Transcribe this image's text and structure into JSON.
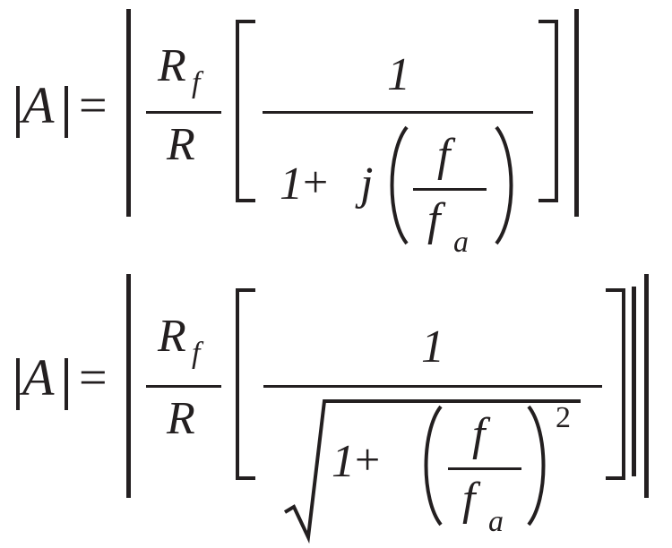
{
  "equation_1": {
    "lhs_var": "A",
    "equals": "=",
    "gain_num": "R",
    "gain_num_sub": "f",
    "gain_den": "R",
    "numerator": "1",
    "one": "1",
    "plus": "+",
    "j": "j",
    "ratio_num": "f",
    "ratio_den": "f",
    "ratio_den_sub": "a"
  },
  "equation_2": {
    "lhs_var": "A",
    "equals": "=",
    "gain_num": "R",
    "gain_num_sub": "f",
    "gain_den": "R",
    "numerator": "1",
    "one": "1",
    "plus": "+",
    "ratio_num": "f",
    "ratio_den": "f",
    "ratio_den_sub": "a",
    "exponent": "2"
  },
  "colors": {
    "ink": "#231f20",
    "background": "#ffffff"
  }
}
